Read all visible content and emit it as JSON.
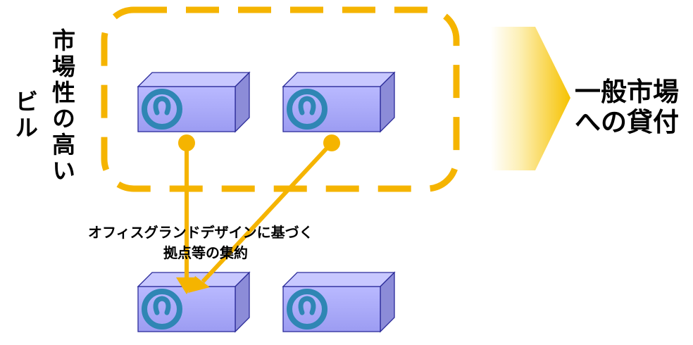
{
  "left_label": {
    "column1": "市場性の高い",
    "column2": "ビル"
  },
  "right_label": {
    "line1": "一般市場",
    "line2": "への貸付"
  },
  "caption": {
    "line1": "オフィスグランドデザインに基づく",
    "line2": "拠点等の集約"
  },
  "colors": {
    "dashed_border": "#f5b400",
    "arrow": "#f5b400",
    "dot": "#f5b400",
    "box_front": "#aaaaff",
    "box_top": "#c8c8ff",
    "box_side": "#8c8cd8",
    "box_stroke": "#2b2b99",
    "logo": "#2f86b4",
    "big_arrow": "#f5c400"
  },
  "icons": {
    "building_logo": "ntt-logo-icon",
    "box": "building-box"
  }
}
